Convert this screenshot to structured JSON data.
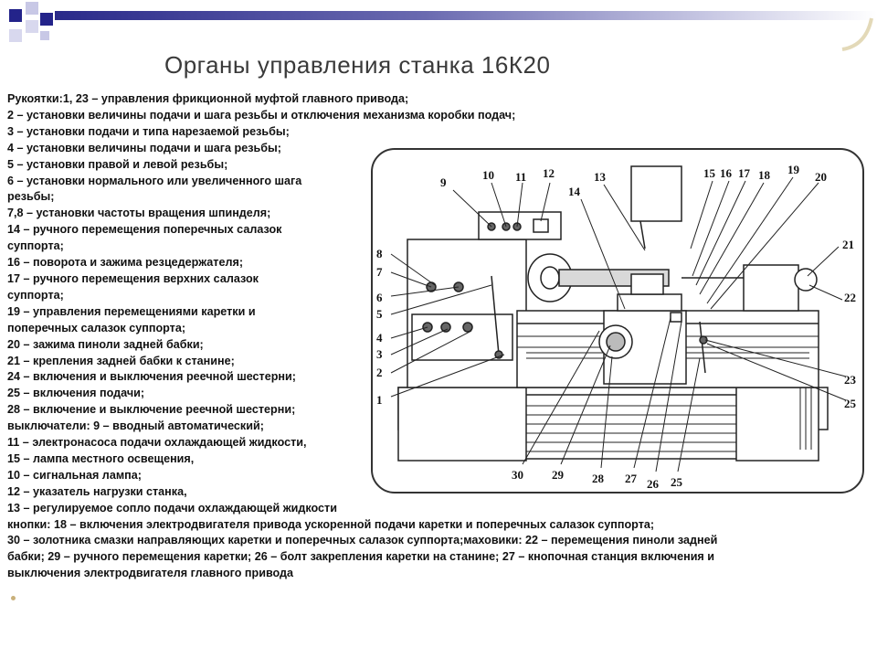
{
  "slide": {
    "title": "Органы управления станка 16К20"
  },
  "legend": [
    "Рукоятки:1, 23 – управления фрикционной муфтой главного привода;",
    "2 – установки величины подачи и шага резьбы и отключения механизма коробки подач;",
    "3 – установки подачи и типа нарезаемой резьбы;",
    "4 – установки величины подачи и шага резьбы;",
    "5 – установки правой и левой резьбы;",
    "6 – установки нормального или увеличенного шага",
    "резьбы;",
    "7,8 – установки частоты вращения шпинделя;",
    "14 – ручного перемещения поперечных салазок",
    "суппорта;",
    "16 – поворота и зажима резцедержателя;",
    "17 – ручного перемещения верхних салазок",
    "суппорта;",
    "19 – управления перемещениями каретки и",
    "поперечных салазок суппорта;",
    "20 – зажима пиноли задней бабки;",
    "21 – крепления задней бабки к станине;",
    "24 – включения и выключения реечной шестерни;",
    "25 – включения подачи;",
    "28 – включение и выключение реечной шестерни;",
    "выключатели: 9 – вводный автоматический;",
    "11 – электронасоса подачи охлаждающей жидкости,",
    "15 – лампа местного освещения,",
    "10 – сигнальная лампа;",
    "12 – указатель нагрузки станка,",
    "13 – регулируемое сопло подачи охлаждающей жидкости",
    "кнопки: 18 – включения электродвигателя привода ускоренной подачи каретки и поперечных салазок суппорта;",
    "30 – золотника смазки направляющих каретки и поперечных салазок суппорта;маховики: 22 – перемещения пиноли задней",
    " бабки; 29 – ручного перемещения каретки; 26 – болт закрепления каретки на станине; 27 – кнопочная станция включения и",
    "выключения электродвигателя главного привода"
  ],
  "callouts": {
    "n1": "1",
    "n2": "2",
    "n3": "3",
    "n4": "4",
    "n5": "5",
    "n6": "6",
    "n7": "7",
    "n8": "8",
    "n9": "9",
    "n10": "10",
    "n11": "11",
    "n12": "12",
    "n13": "13",
    "n14": "14",
    "n15": "15",
    "n16": "16",
    "n17": "17",
    "n18": "18",
    "n19": "19",
    "n20": "20",
    "n21": "21",
    "n22": "22",
    "n23": "23",
    "n25a": "25",
    "n25b": "25",
    "n26": "26",
    "n27": "27",
    "n28": "28",
    "n29": "29",
    "n30": "30"
  },
  "colors": {
    "title_text": "#3a3a3a",
    "gradient_dark": "#2a2a8a",
    "square_dark": "#23238a",
    "square_light": "#c8c8e6",
    "line": "#222222"
  }
}
